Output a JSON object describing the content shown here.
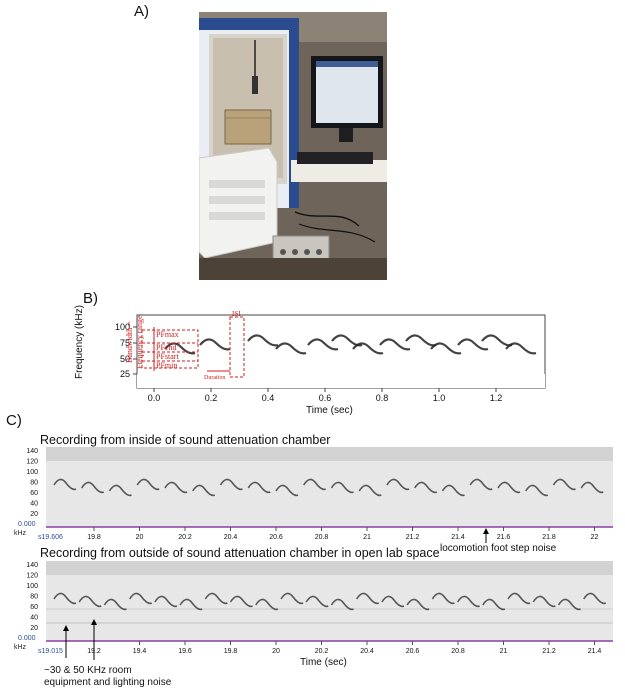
{
  "panels": {
    "a": {
      "label": "A)"
    },
    "b": {
      "label": "B)",
      "ylabel": "Frequency (kHz)",
      "xlabel": "Time (sec)",
      "yticks": [
        "100",
        "75",
        "50",
        "25"
      ],
      "xticks": [
        "0.0",
        "0.2",
        "0.4",
        "0.6",
        "0.8",
        "1.0",
        "1.2"
      ],
      "annotations": {
        "bandwidth": "Bandwidth =",
        "frequency_range": "Frequency range",
        "pfmax": "PFmax",
        "pfend": "PFend",
        "pfstart": "PFstart",
        "pfmin": "PFmin",
        "duration": "Duration",
        "isi": "ISI"
      }
    },
    "c": {
      "label": "C)",
      "top": {
        "title": "Recording from inside of sound attenuation chamber",
        "yticks": [
          "140",
          "120",
          "100",
          "80",
          "60",
          "40",
          "20"
        ],
        "zero": "0.000",
        "unit": "kHz",
        "start": "s19.606",
        "xticks": [
          "19.8",
          "20",
          "20.2",
          "20.4",
          "20.6",
          "20.8",
          "21",
          "21.2",
          "21.4",
          "21.6",
          "21.8",
          "22"
        ],
        "annotation": "locomotion foot step noise"
      },
      "bottom": {
        "title": "Recording from outside of sound attenuation chamber in open lab space",
        "yticks": [
          "140",
          "120",
          "100",
          "80",
          "60",
          "40",
          "20"
        ],
        "zero": "0.000",
        "unit": "kHz",
        "start": "s19.015",
        "xticks": [
          "19.2",
          "19.4",
          "19.6",
          "19.8",
          "20",
          "20.2",
          "20.4",
          "20.6",
          "20.8",
          "21",
          "21.2",
          "21.4"
        ],
        "xlabel": "Time (sec)",
        "annotation_line1": "~30 & 50 KHz room",
        "annotation_line2": "equipment and lighting noise"
      }
    }
  },
  "colors": {
    "annotation_red": "#d21d1d",
    "spectrogram_bg": "#e7e7e7",
    "axis_purple": "#8a3ea6",
    "tick_blue": "#2f4f9a"
  }
}
